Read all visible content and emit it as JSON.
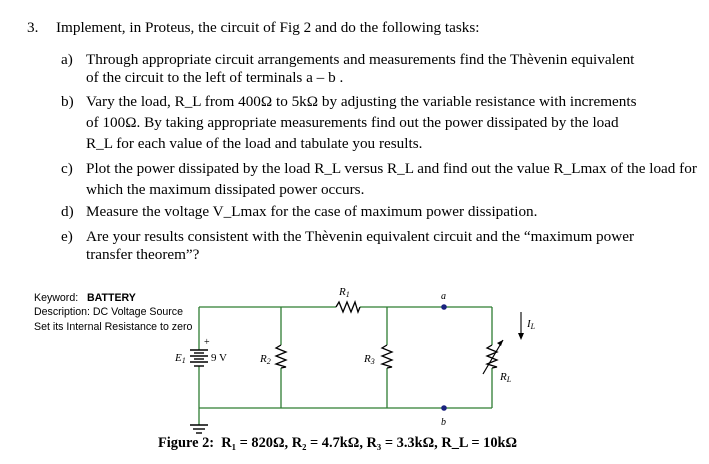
{
  "question_number": "3.",
  "question_intro": "Implement, in Proteus, the circuit of Fig 2 and do the following tasks:",
  "tasks": [
    {
      "label": "a)",
      "lines": [
        "Through appropriate circuit arrangements and measurements find the Thèvenin equivalent",
        "of the circuit to the left of terminals a – b ."
      ]
    },
    {
      "label": "b)",
      "lines": [
        "Vary the load, R_L from 400Ω to 5kΩ by adjusting the variable resistance with increments",
        "of 100Ω. By taking appropriate measurements find out the power dissipated by the load",
        "R_L for each value of the load and tabulate you results."
      ]
    },
    {
      "label": "c)",
      "lines": [
        "Plot the power dissipated by the load R_L versus R_L and find out the value R_Lmax of the load for",
        "which the maximum dissipated power occurs."
      ]
    },
    {
      "label": "d)",
      "lines": [
        "Measure the voltage V_Lmax for the case of maximum power dissipation."
      ]
    },
    {
      "label": "e)",
      "lines": [
        "Are your results consistent with the Thèvenin equivalent circuit and the “maximum power",
        "transfer theorem”?"
      ]
    }
  ],
  "note": {
    "keyword_label": "Keyword:",
    "keyword_value": "BATTERY",
    "description": "Description: DC Voltage Source",
    "instruction": "Set its Internal Resistance to zero"
  },
  "circuit": {
    "source_label": "E",
    "source_sub": "1",
    "source_value": "9 V",
    "plus_sign": "+",
    "r1_label": "R",
    "r1_sub": "1",
    "r2_label": "R",
    "r2_sub": "2",
    "r3_label": "R",
    "r3_sub": "3",
    "rl_label": "R",
    "rl_sub": "L",
    "il_label": "I",
    "il_sub": "L",
    "terminal_a": "a",
    "terminal_b": "b"
  },
  "caption": {
    "prefix": "Figure 2:",
    "values": "R₁ = 820Ω, R₂ = 4.7kΩ, R₃ = 3.3kΩ, R_L = 10kΩ"
  }
}
